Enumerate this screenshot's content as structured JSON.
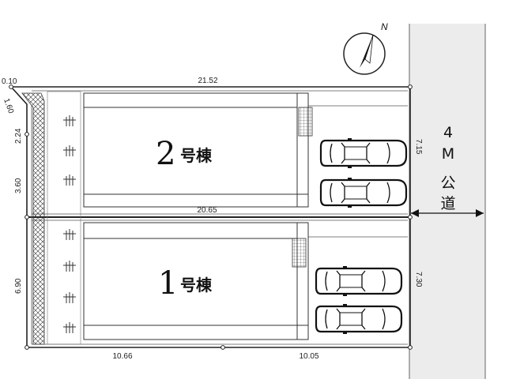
{
  "site_plan": {
    "north_label": "N",
    "units": {
      "unit2": {
        "number": "2",
        "suffix": "号棟"
      },
      "unit1": {
        "number": "1",
        "suffix": "号棟"
      }
    },
    "road": {
      "width_number": "4",
      "width_unit": "M",
      "chars": [
        "公",
        "道"
      ]
    },
    "dimensions": {
      "top_width": "21.52",
      "mid_width": "20.65",
      "bottom_left": "10.66",
      "bottom_right": "10.05",
      "corner_small": "0.10",
      "corner_cut": "1.60",
      "left_a": "2.24",
      "left_b": "3.60",
      "left_c": "6.90",
      "right_upper": "7.15",
      "right_lower": "7.30"
    }
  }
}
